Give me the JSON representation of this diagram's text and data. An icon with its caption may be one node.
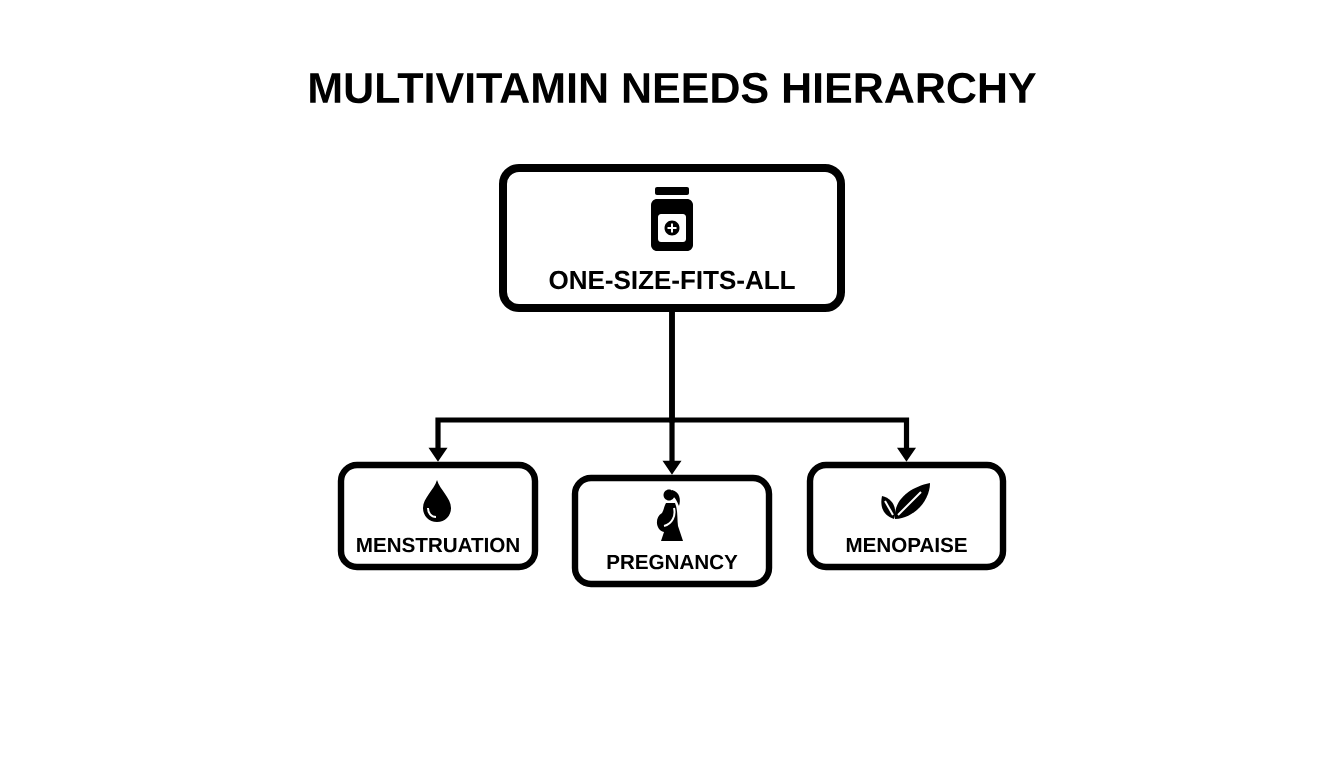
{
  "diagram": {
    "title": "MULTIVITAMIN NEEDS HIERARCHY",
    "nodes": [
      {
        "text": [
          "ONE-SIZE-FITS-ALL"
        ]
      },
      {
        "text": [
          "MENSTRUATION"
        ]
      },
      {
        "text": [
          "PREGNANCY"
        ]
      },
      {
        "text": [
          "MENOPAISE"
        ]
      }
    ],
    "edges": [
      {
        "from": 0,
        "to": 1,
        "arrow": "to"
      },
      {
        "from": 0,
        "to": 2,
        "arrow": "to"
      },
      {
        "from": 0,
        "to": 3,
        "arrow": "to"
      }
    ]
  }
}
